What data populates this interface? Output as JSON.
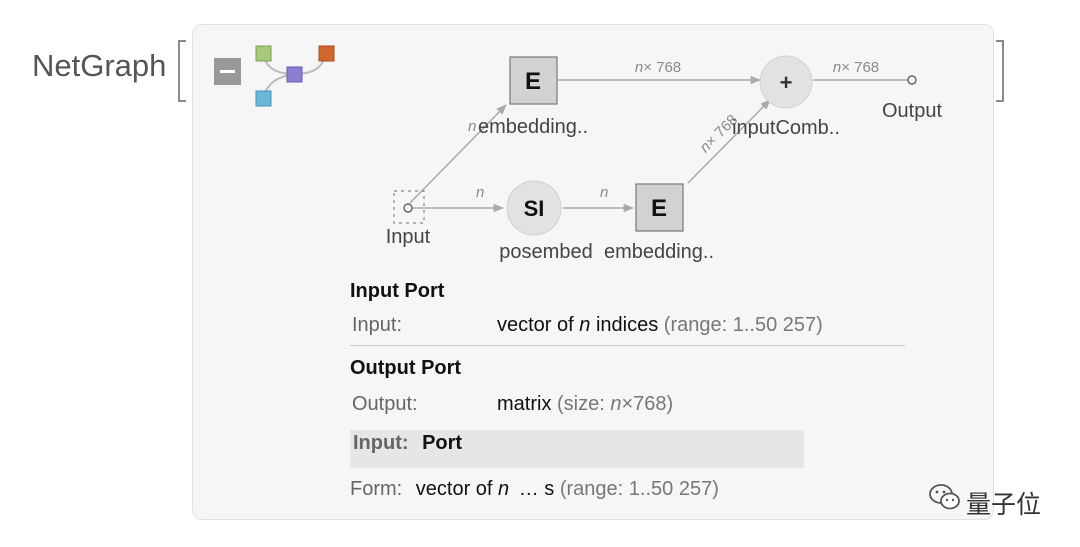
{
  "header": {
    "title": "NetGraph"
  },
  "graph": {
    "nodes": {
      "embedding_top": {
        "symbol": "E",
        "label": "embedding.."
      },
      "combine": {
        "symbol": "+",
        "label": "inputComb.."
      },
      "output": {
        "label": "Output"
      },
      "input": {
        "label": "Input"
      },
      "posembed": {
        "symbol": "SI",
        "label": "posembed"
      },
      "embedding_bottom": {
        "symbol": "E",
        "label": "embedding.."
      }
    },
    "edges": {
      "e_top_to_combine": {
        "n": "n",
        "rest": "× 768"
      },
      "e_combine_to_output": {
        "n": "n",
        "rest": "× 768"
      },
      "e_bottom_to_combine": {
        "n": "n",
        "rest": "× 768"
      },
      "e_input_to_top": {
        "n": "n"
      },
      "e_input_to_posembed": {
        "n": "n"
      },
      "e_posembed_to_bottom": {
        "n": "n"
      }
    }
  },
  "input_port": {
    "title": "Input Port",
    "name": "Input",
    "sep": ":",
    "value_prefix": "vector of",
    "value_var": "n",
    "value_suffix": "indices",
    "range": "(range: 1..50 257)"
  },
  "output_port": {
    "title": "Output Port",
    "name": "Output",
    "sep": ":",
    "value": "matrix",
    "size_prefix": "(size:",
    "size_var": "n",
    "size_suffix": "×768)"
  },
  "tooltip": {
    "label": "Input:",
    "value": "Port"
  },
  "form_row": {
    "label": "Form:",
    "value_prefix": "vector of",
    "value_var": "n",
    "ellipsis": "… s",
    "range": "(range: 1..50 257)"
  },
  "watermark": {
    "text": "量子位"
  },
  "colors": {
    "icon_green": "#a6c97a",
    "icon_orange": "#d0682e",
    "icon_purple": "#8a7fd1",
    "icon_blue": "#6cb6da"
  }
}
